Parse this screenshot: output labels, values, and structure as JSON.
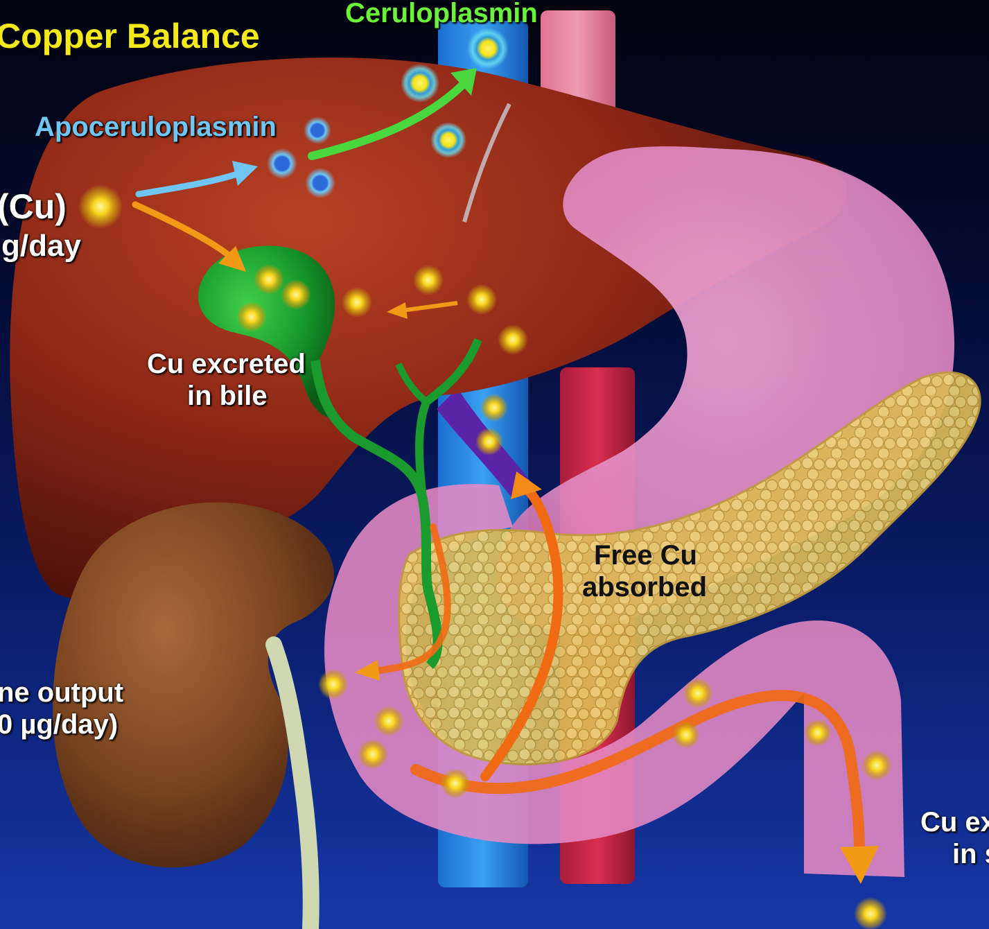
{
  "title": "Copper Balance",
  "labels": {
    "ceruloplasmin": "Ceruloplasmin",
    "apoceruloplasmin": "Apoceruloplasmin",
    "intake_symbol": "(Cu)",
    "intake_rate": "g/day",
    "bile_line1": "Cu excreted",
    "bile_line2": "in bile",
    "absorbed_line1": "Free Cu",
    "absorbed_line2": "absorbed",
    "urine_line1": "ne output",
    "urine_line2": "0 µg/day)",
    "stool_line1": "Cu ex",
    "stool_line2": "in s"
  },
  "colors": {
    "title": "#f4ea1a",
    "ceruloplasmin": "#6bf23b",
    "apoceruloplasmin": "#6fc6f2",
    "white_text": "#ffffff",
    "dark_text": "#111111",
    "liver": "#8e2a17",
    "kidney": "#7a4420",
    "stomach": "#e48cc4",
    "pancreas": "#e2c25d",
    "gallbladder": "#1a9c2a",
    "copper": "#f7d51d"
  }
}
